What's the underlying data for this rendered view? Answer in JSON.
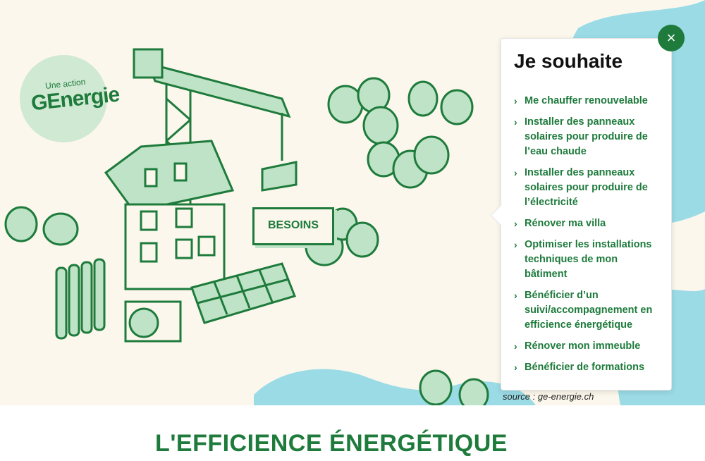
{
  "logo": {
    "small": "Une action",
    "brand": "GEnergie"
  },
  "illustration": {
    "sign_label": "BESOINS"
  },
  "panel": {
    "title": "Je souhaite",
    "items": [
      "Me chauffer renouvelable",
      "Installer des panneaux solaires pour produire de l’eau chaude",
      "Installer des panneaux solaires pour produire de l’électricité",
      "Rénover ma villa",
      "Optimiser les installations techniques de mon bâtiment",
      "Bénéficier d’un suivi/accompagnement en efficience énergétique",
      "Rénover mon immeuble",
      "Bénéficier de formations"
    ]
  },
  "close": {
    "glyph": "×"
  },
  "source": "source : ge-energie.ch",
  "heading": "L'EFFICIENCE ÉNERGÉTIQUE",
  "colors": {
    "brand_green": "#1e7b3c",
    "light_green": "#cfe9d3",
    "water_blue": "#9adbe6",
    "background": "#fbf7ec"
  },
  "icons": {
    "close": "close-icon",
    "chevron": "chevron-right-icon"
  }
}
